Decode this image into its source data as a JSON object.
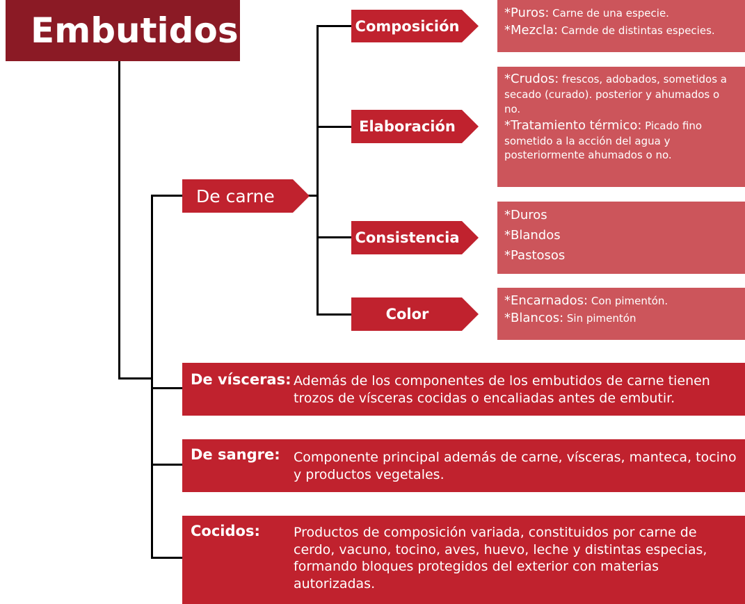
{
  "title": "Embutidos",
  "de_carne": {
    "label": "De carne",
    "branches": [
      {
        "label": "Composición",
        "items": [
          {
            "key": "*Puros:",
            "text": " Carne de una especie."
          },
          {
            "key": "*Mezcla:",
            "text": " Carnde de distintas especies."
          }
        ]
      },
      {
        "label": "Elaboración",
        "items": [
          {
            "key": "*Crudos:",
            "text": " frescos, adobados, sometidos a secado (curado). posterior y ahumados o no."
          },
          {
            "key": "*Tratamiento térmico:",
            "text": " Picado fino sometido a la acción del agua y posteriormente ahumados o no."
          }
        ]
      },
      {
        "label": "Consistencia",
        "items": [
          {
            "key": "*Duros",
            "text": ""
          },
          {
            "key": "*Blandos",
            "text": ""
          },
          {
            "key": "*Pastosos",
            "text": ""
          }
        ]
      },
      {
        "label": "Color",
        "items": [
          {
            "key": "*Encarnados:",
            "text": " Con pimentón."
          },
          {
            "key": "*Blancos:",
            "text": " Sin pimentón"
          }
        ]
      }
    ]
  },
  "others": [
    {
      "label": "De vísceras:",
      "text": "Además de los componentes de los embutidos de carne tienen trozos de vísceras cocidas o encaliadas antes de embutir."
    },
    {
      "label": "De sangre:",
      "text": "Componente principal además de carne, vísceras, manteca, tocino y productos vegetales."
    },
    {
      "label": "Cocidos:",
      "text": "Productos de composición variada, constituidos por carne de cerdo, vacuno, tocino, aves, huevo, leche y distintas especias, formando bloques protegidos del exterior con materias autorizadas."
    }
  ],
  "colors": {
    "title_bg": "#8b1a25",
    "arrow_bg": "#c0222e",
    "leaf_bg": "#cc555b"
  }
}
